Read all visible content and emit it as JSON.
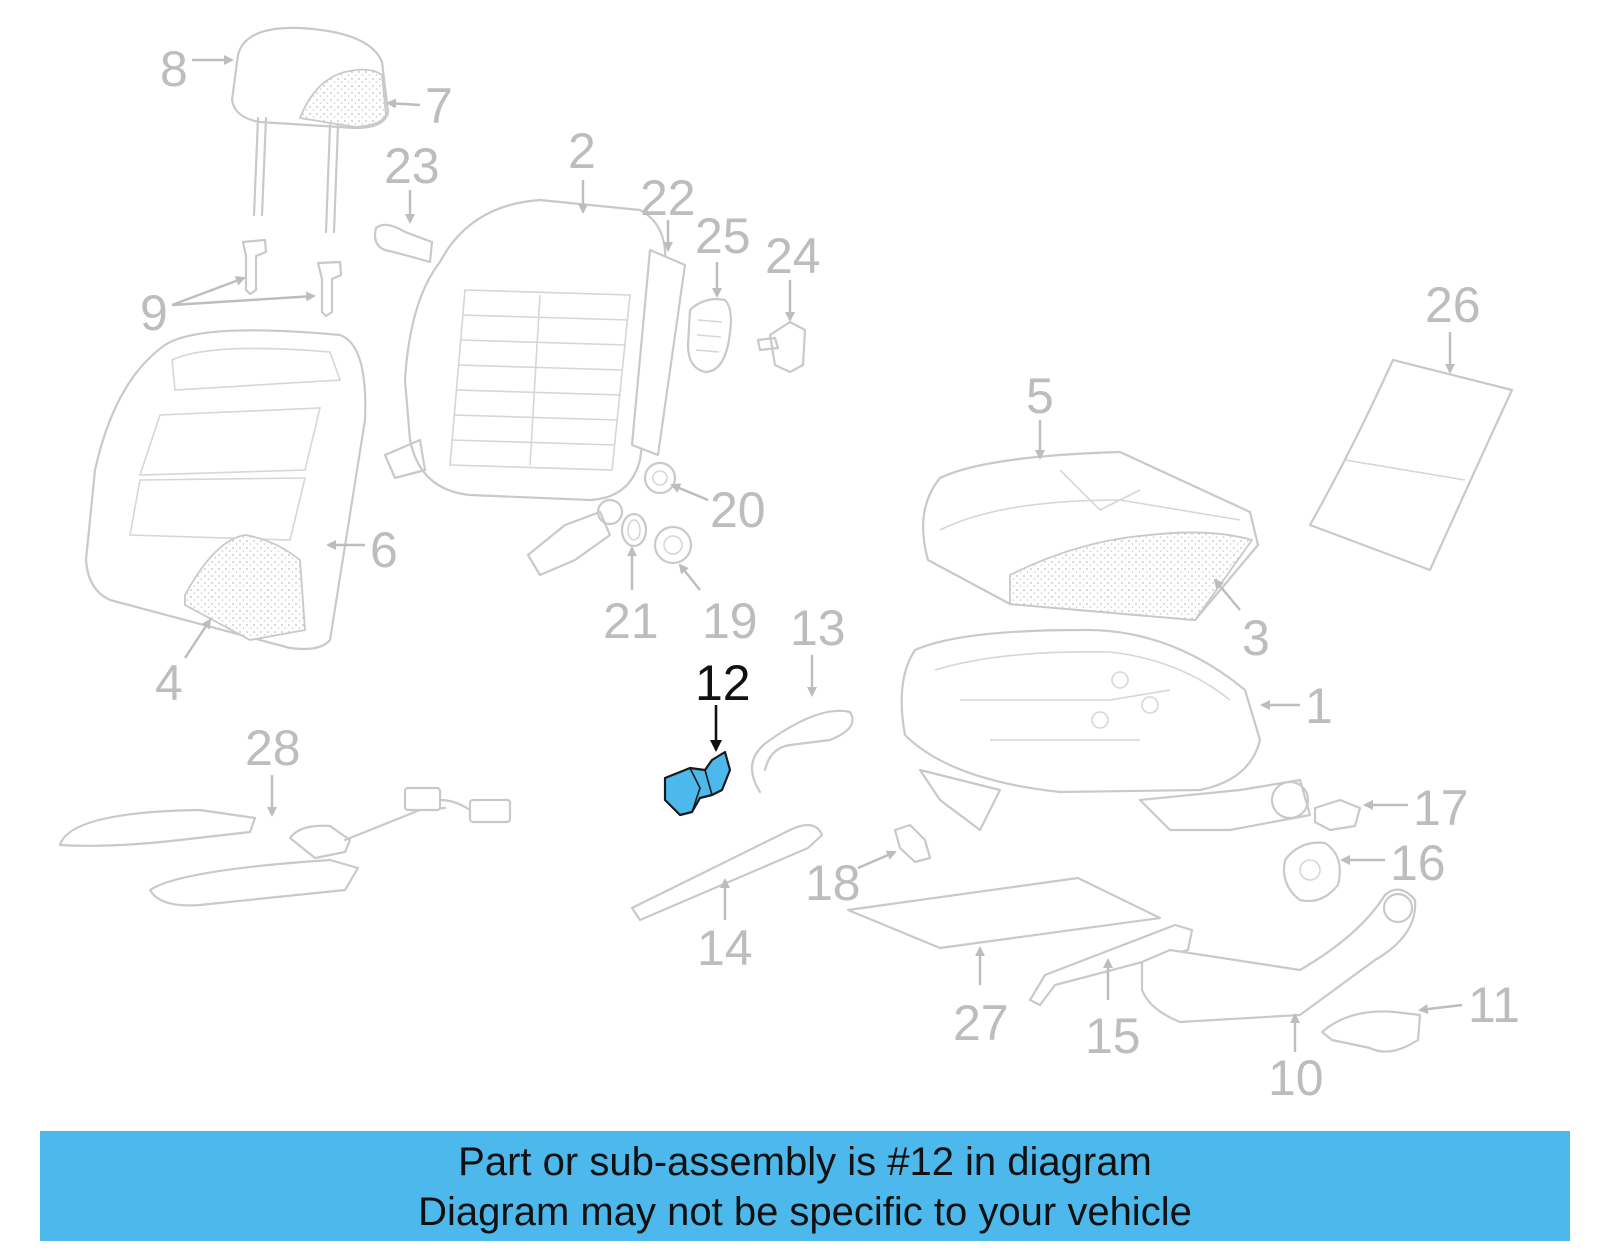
{
  "diagram": {
    "highlight_color": "#4cb8ec",
    "highlighted_part": "12",
    "callouts": [
      "1",
      "2",
      "3",
      "4",
      "5",
      "6",
      "7",
      "8",
      "9",
      "10",
      "11",
      "12",
      "13",
      "14",
      "15",
      "16",
      "17",
      "18",
      "19",
      "20",
      "21",
      "22",
      "23",
      "24",
      "25",
      "26",
      "27",
      "28"
    ]
  },
  "banner": {
    "line1": "Part or sub-assembly is #12 in diagram",
    "line2": "Diagram may not be specific to your vehicle",
    "background": "#4cb8ec"
  }
}
